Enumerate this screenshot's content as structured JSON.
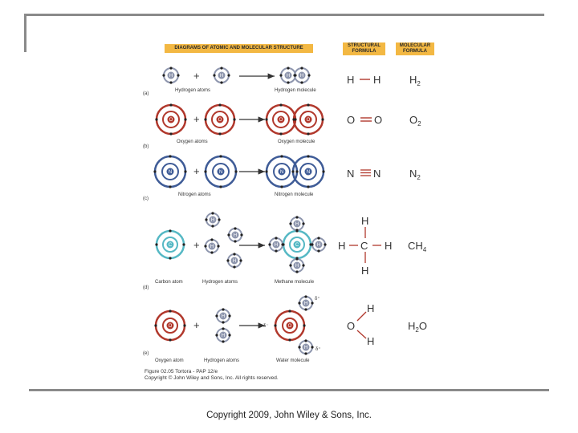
{
  "header": {
    "main": "DIAGRAMS OF ATOMIC AND MOLECULAR STRUCTURE",
    "structural_line1": "STRUCTURAL",
    "structural_line2": "FORMULA",
    "molecular_line1": "MOLECULAR",
    "molecular_line2": "FORMULA"
  },
  "rows": [
    {
      "letter": "(a)",
      "left_label": "Hydrogen atoms",
      "right_label": "Hydrogen molecule",
      "structural": "H — H",
      "molecular": "H",
      "subscript": "2"
    },
    {
      "letter": "(b)",
      "left_label": "Oxygen atoms",
      "right_label": "Oxygen molecule",
      "structural": "O ═ O",
      "molecular": "O",
      "subscript": "2"
    },
    {
      "letter": "(c)",
      "left_label": "Nitrogen atoms",
      "right_label": "Nitrogen molecule",
      "structural": "N ≡ N",
      "molecular": "N",
      "subscript": "2"
    },
    {
      "letter": "(d)",
      "left_label": "Carbon atom",
      "mid_label": "Hydrogen atoms",
      "right_label": "Methane molecule",
      "molecular": "CH",
      "subscript": "4"
    },
    {
      "letter": "(e)",
      "left_label": "Oxygen atom",
      "mid_label": "Hydrogen atoms",
      "right_label": "Water molecule",
      "molecular": "H",
      "subscript": "2",
      "molecular_tail": "O"
    }
  ],
  "element_symbols": {
    "H": "H",
    "O": "O",
    "N": "N",
    "C": "C"
  },
  "charges": {
    "delta_minus": "δ⁻",
    "delta_plus": "δ⁺"
  },
  "caption_line1": "Figure 02.05  Tortora - PAP 12/e",
  "caption_line2": "Copyright © John Wiley and Sons, Inc. All rights reserved.",
  "footer": "Copyright 2009, John Wiley & Sons, Inc.",
  "colors": {
    "hydrogen": "#8d95ad",
    "oxygen": "#b1382c",
    "nitrogen": "#3f5c97",
    "carbon": "#55b8c4",
    "header": "#f3b843"
  }
}
